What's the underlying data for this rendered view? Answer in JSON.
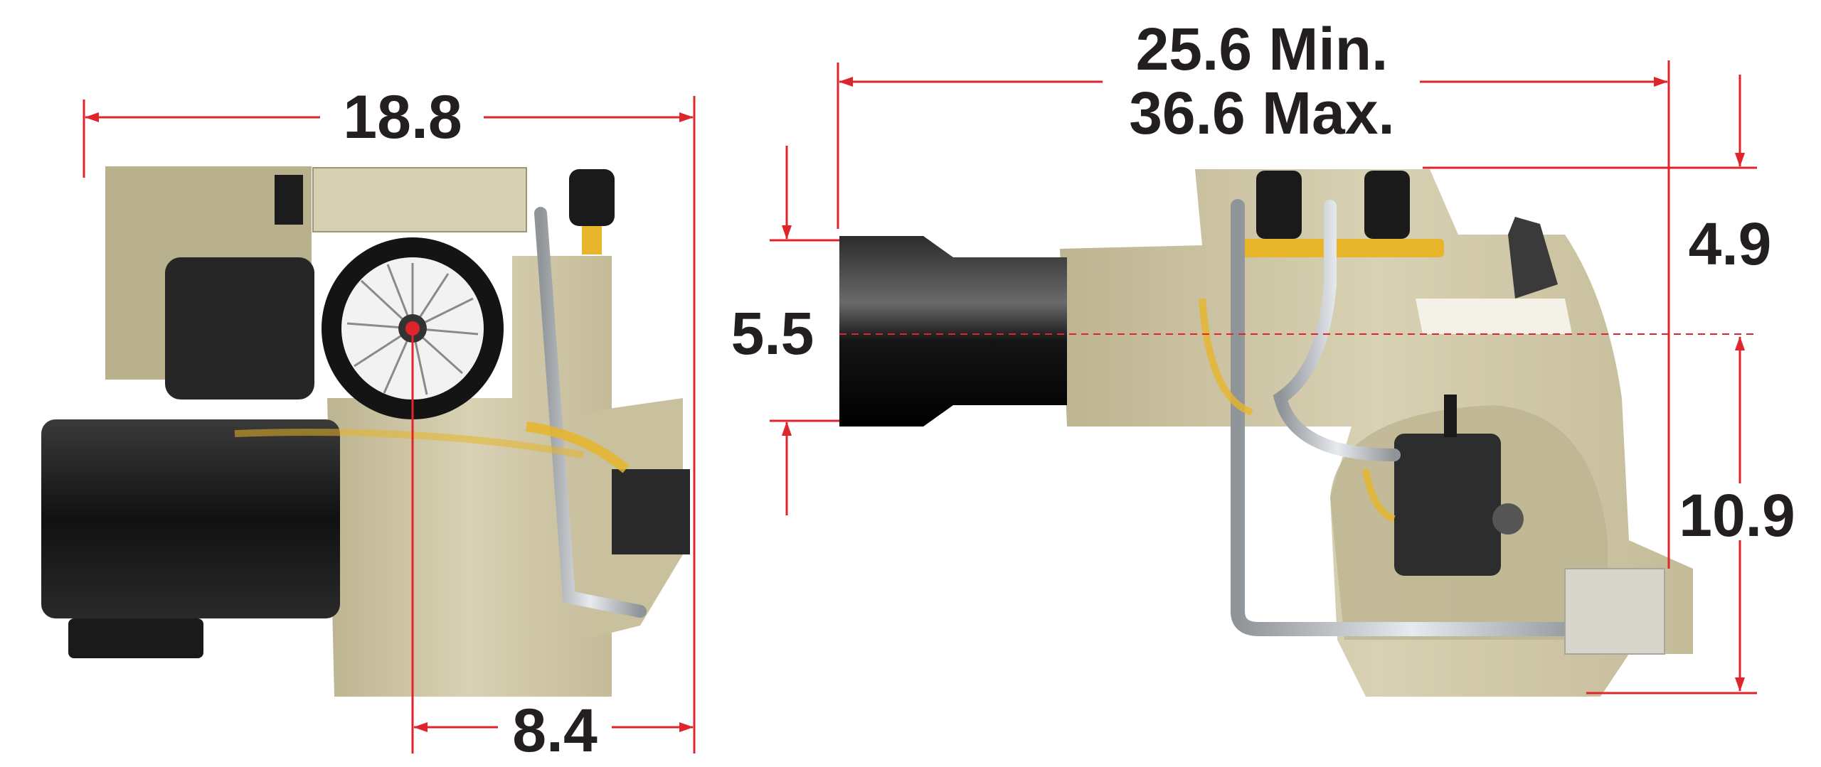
{
  "dimensions": {
    "front_width": "18.8",
    "front_center_offset": "8.4",
    "side_length_min": "25.6 Min.",
    "side_length_max": "36.6 Max.",
    "tube_diameter": "5.5",
    "top_to_center": "4.9",
    "center_to_bottom": "10.9"
  },
  "colors": {
    "dimension_line": "#e0242b",
    "label_text": "#231f20",
    "housing": "#cfc7a8",
    "housing_shadow": "#b7ad8a",
    "motor": "#1b1b1b",
    "brass": "#e6b52a",
    "pipe": "#c8ccd0"
  }
}
